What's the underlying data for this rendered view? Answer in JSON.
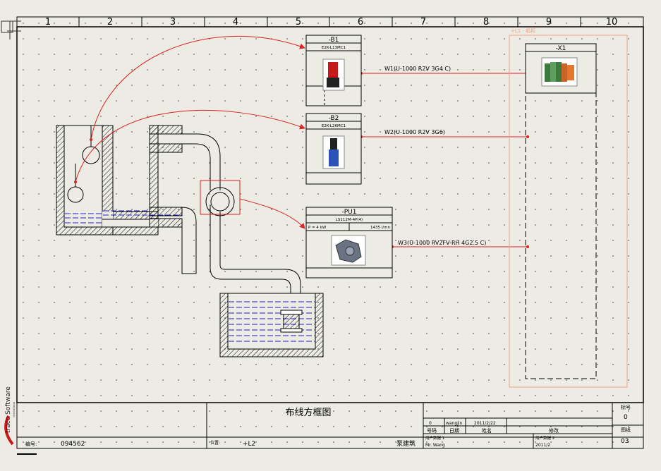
{
  "columns": [
    "1",
    "2",
    "3",
    "4",
    "5",
    "6",
    "7",
    "8",
    "9",
    "10"
  ],
  "devices": {
    "b1": {
      "tag": "-B1",
      "part": "E2K-L13MC1"
    },
    "b2": {
      "tag": "-B2",
      "part": "E2K-L26MC1"
    },
    "pu1": {
      "tag": "-PU1",
      "part": "LS112M-4P(4)",
      "power": "P = 4 kW",
      "speed": "1435 l/mn"
    },
    "x1": {
      "tag": "-X1",
      "group_label": "+L1 - 机柜"
    }
  },
  "cables": {
    "w1": "W1(U-1000 R2V 3G4 C)",
    "w2": "W2(U-1000 R2V 3G6)",
    "w3": "W3(U-1000 RV2FV-RH 4G2.5 C)"
  },
  "title_block": {
    "title": "布线方框图",
    "number_label": "编号:",
    "number": "094562",
    "location_label": "位置:",
    "location": "+L2",
    "project": "泵建筑",
    "rev_index": "0",
    "rev_author": "wangjin",
    "rev_date": "2011/2/22",
    "h_index": "号码",
    "h_date": "日期",
    "h_name": "姓名",
    "h_change": "修改",
    "user1_label": "用户数据 1",
    "user1_value": "Mr. Wang",
    "user2_label": "用户数据 2",
    "user2_value": "2011/2",
    "sheet_label": "标号",
    "sheet_value": "0",
    "total_label": "图纸",
    "total_value": "03"
  },
  "logo": {
    "text": "trace Software",
    "sub": "international"
  },
  "colors": {
    "background": "#ecebe4",
    "line": "#000000",
    "link": "#e02020",
    "water": "#2222cc",
    "cabinet_frame": "#f0a080"
  }
}
